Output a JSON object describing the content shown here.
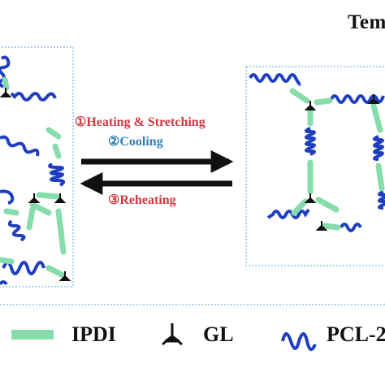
{
  "header": {
    "title_partial": "Tem"
  },
  "process": {
    "step1": "①Heating & Stretching",
    "step2": "②Cooling",
    "step3": "③Reheating"
  },
  "legend": {
    "ipdi": "IPDI",
    "gl": "GL",
    "pcl": "PCL-2"
  },
  "colors": {
    "ipdi_segment": "#86dcaa",
    "gl_junction": "#111111",
    "pcl_chain": "#1f3fc0",
    "step_red": "#d0373f",
    "step_blue": "#2f7fb8",
    "box_border": "#7fb8d8"
  }
}
